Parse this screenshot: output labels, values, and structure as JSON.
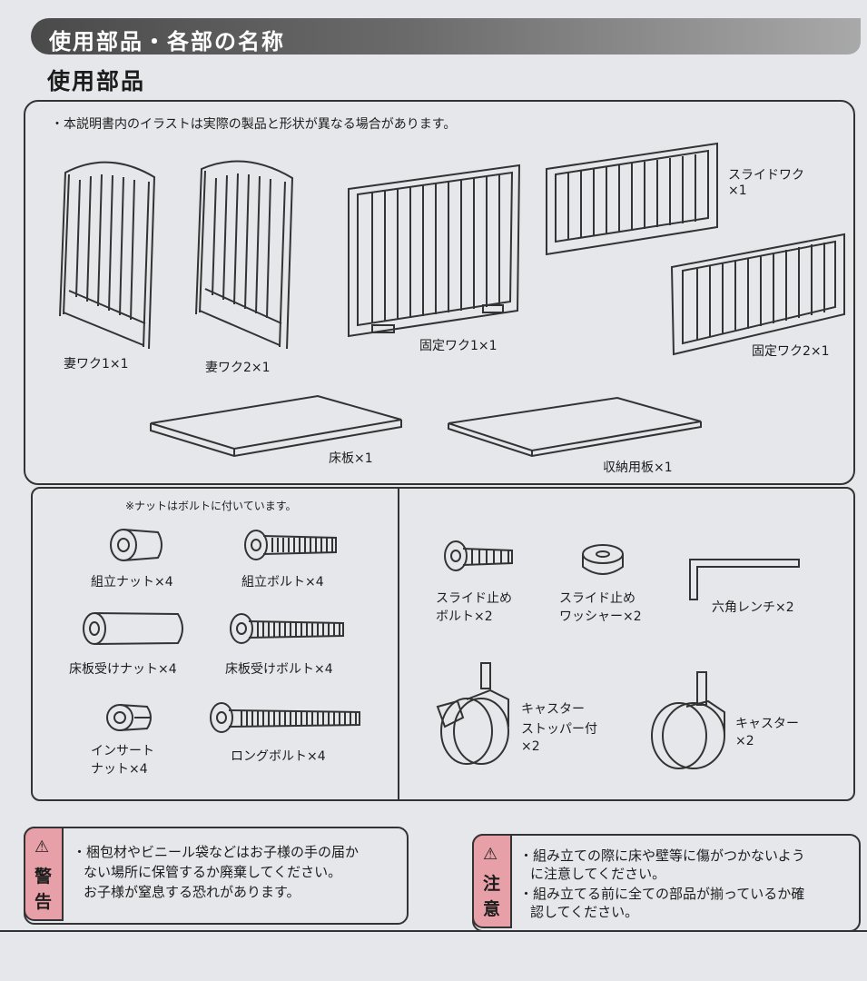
{
  "header": {
    "title": "使用部品・各部の名称"
  },
  "section": {
    "title": "使用部品"
  },
  "note": "・本説明書内のイラストは実際の製品と形状が異なる場合があります。",
  "parts": {
    "end_frame_1": "妻ワク1×1",
    "end_frame_2": "妻ワク2×1",
    "fixed_frame_1": "固定ワク1×1",
    "slide_frame": "スライドワク",
    "slide_frame_qty": "×1",
    "fixed_frame_2": "固定ワク2×1",
    "floor_board": "床板×1",
    "storage_board": "収納用板×1"
  },
  "hardware": {
    "note": "※ナットはボルトに付いています。",
    "assembly_nut": "組立ナット×4",
    "assembly_bolt": "組立ボルト×4",
    "floor_nut": "床板受けナット×4",
    "floor_bolt": "床板受けボルト×4",
    "insert_nut_1": "インサート",
    "insert_nut_2": "ナット×4",
    "long_bolt": "ロングボルト×4",
    "slide_bolt_1": "スライド止め",
    "slide_bolt_2": "ボルト×2",
    "slide_washer_1": "スライド止め",
    "slide_washer_2": "ワッシャー×2",
    "hex_wrench": "六角レンチ×2",
    "caster_stopper_1": "キャスター",
    "caster_stopper_2": "ストッパー付",
    "caster_stopper_3": "×2",
    "caster_1": "キャスター",
    "caster_2": "×2"
  },
  "warning": {
    "icon": "warning-triangle-icon",
    "title_1": "警",
    "title_2": "告",
    "line1": "・梱包材やビニール袋などはお子様の手の届か",
    "line2": "ない場所に保管するか廃棄してください。",
    "line3": "お子様が窒息する恐れがあります。"
  },
  "caution": {
    "icon": "warning-triangle-icon",
    "title_1": "注",
    "title_2": "意",
    "line1": "・組み立ての際に床や壁等に傷がつかないよう",
    "line2": "に注意してください。",
    "line3": "・組み立てる前に全ての部品が揃っているか確",
    "line4": "認してください。"
  },
  "colors": {
    "header_bar": "#555555",
    "warning_pink": "#e8a0a8",
    "paper": "#e6e7eb"
  }
}
